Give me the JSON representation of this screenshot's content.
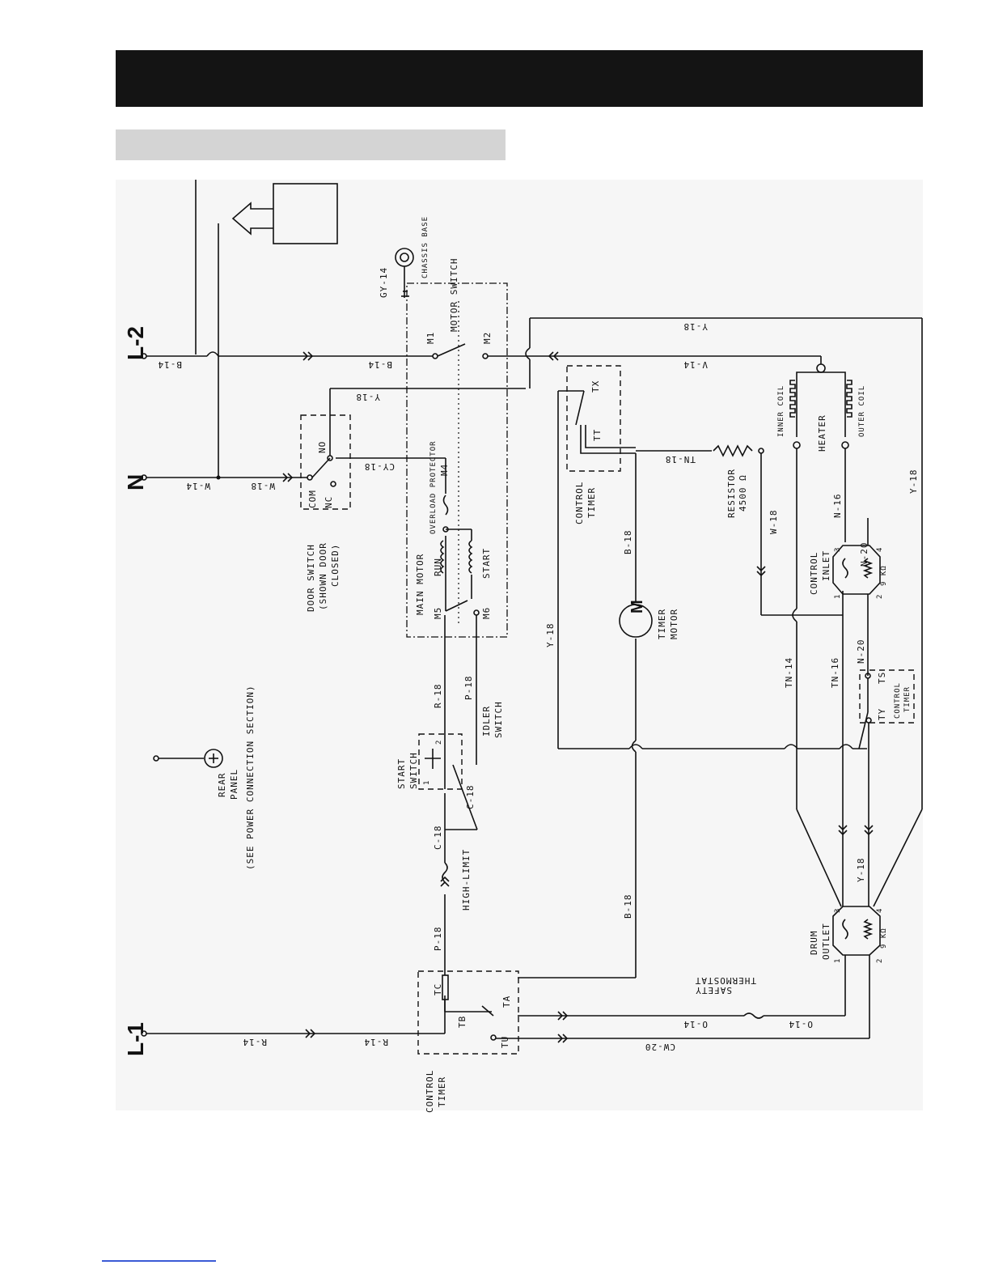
{
  "labels": {
    "l2": "L-2",
    "n": "N",
    "l1": "L-1",
    "chassis_base": "CHASSIS BASE",
    "motor_switch": "MOTOR SWITCH",
    "m1": "M1",
    "m2": "M2",
    "m4": "M4",
    "m5": "M5",
    "m6": "M6",
    "main_motor": "MAIN MOTOR",
    "run": "RUN",
    "start": "START",
    "overload_protector": "OVERLOAD PROTECTOR",
    "door_switch": "DOOR SWITCH",
    "shown_door_closed": "(SHOWN DOOR",
    "closed": "CLOSED)",
    "com": "COM",
    "nc": "NC",
    "no": "NO",
    "control_timer": "CONTROL",
    "timer": "TIMER",
    "tx": "TX",
    "tt": "TT",
    "tc": "TC",
    "tb": "TB",
    "ta": "TA",
    "tu": "TU",
    "ts": "TS",
    "ty": "TY",
    "resistor": "RESISTOR",
    "resistor_value": "4500 Ω",
    "inner_coil": "INNER COIL",
    "outer_coil": "OUTER COIL",
    "heater": "HEATER",
    "control_inlet_1": "CONTROL",
    "control_inlet_2": "INLET",
    "timer_motor_1": "TIMER",
    "timer_motor_2": "MOTOR",
    "motor_m": "M",
    "start_switch_1": "START",
    "start_switch_2": "SWITCH",
    "idler_switch_1": "IDLER",
    "idler_switch_2": "SWITCH",
    "high_limit": "HIGH-LIMIT",
    "drum_outlet_1": "DRUM",
    "drum_outlet_2": "OUTLET",
    "safety_thermostat_1": "SAFETY",
    "safety_thermostat_2": "THERMOSTAT",
    "rear_panel_1": "REAR",
    "rear_panel_2": "PANEL",
    "rear_panel_3": "(SEE POWER CONNECTION SECTION)",
    "r9k": "9 KΩ",
    "n1": "1",
    "n2": "2",
    "n3": "3",
    "n4": "4"
  },
  "wires": {
    "b14": "B-14",
    "w14": "W-14",
    "w18": "W-18",
    "gy14": "GY-14",
    "y18": "Y-18",
    "v14": "V-14",
    "cy18": "CY-18",
    "tn18": "TN-18",
    "b18": "B-18",
    "r18": "R-18",
    "p18": "P-18",
    "c18": "C-18",
    "r14": "R-14",
    "o14": "O-14",
    "cw20": "CW-20",
    "tn14": "TN-14",
    "tn16": "TN-16",
    "n16": "N-16",
    "n20": "N-20"
  }
}
